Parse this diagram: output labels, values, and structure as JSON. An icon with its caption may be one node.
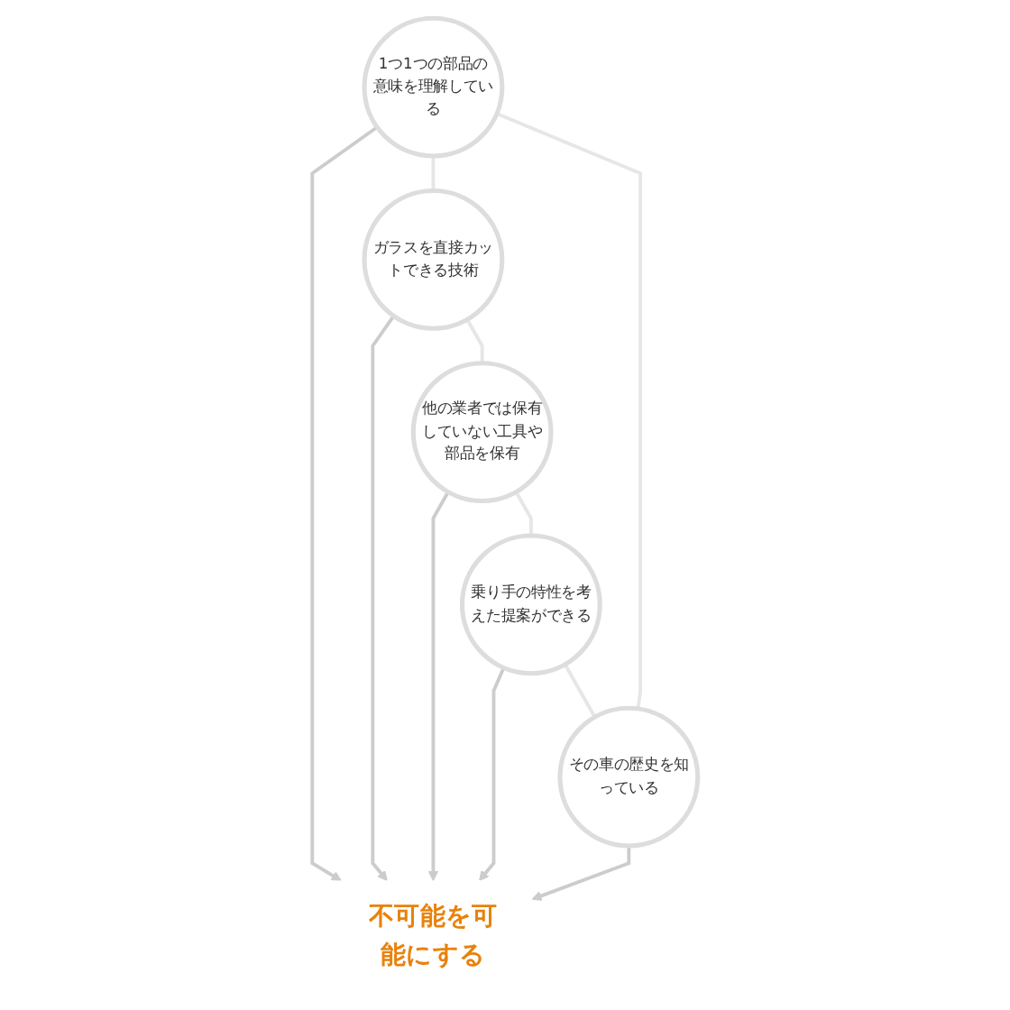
{
  "diagram": {
    "nodes": [
      {
        "text": [
          "1つ1つの部品の意味を理解している"
        ]
      },
      {
        "text": [
          "ガラスを直接カットできる技術"
        ]
      },
      {
        "text": [
          "他の業者では保有していない工具や部品を保有"
        ]
      },
      {
        "text": [
          "乗り手の特性を考えた提案ができる"
        ]
      },
      {
        "text": [
          "その車の歴史を知っている"
        ]
      },
      {
        "text": [
          "不可能を可能にする"
        ]
      }
    ],
    "edges": [
      {
        "from": 0,
        "to": 5,
        "arrow": "to",
        "color": "#cccccc"
      },
      {
        "from": 1,
        "to": 5,
        "arrow": "to",
        "color": "#cccccc"
      },
      {
        "from": 2,
        "to": 5,
        "arrow": "to",
        "color": "#cccccc"
      },
      {
        "from": 3,
        "to": 5,
        "arrow": "to",
        "color": "#cccccc"
      },
      {
        "from": 4,
        "to": 5,
        "arrow": "to",
        "color": "#cccccc"
      },
      {
        "from": 0,
        "to": 1,
        "arrow": "none",
        "color": "#e6e6e6"
      },
      {
        "from": 1,
        "to": 2,
        "arrow": "none",
        "color": "#e6e6e6"
      },
      {
        "from": 2,
        "to": 3,
        "arrow": "none",
        "color": "#e6e6e6"
      },
      {
        "from": 3,
        "to": 4,
        "arrow": "none",
        "color": "#e6e6e6"
      },
      {
        "from": 4,
        "to": 0,
        "arrow": "none",
        "color": "#e6e6e6"
      }
    ]
  }
}
